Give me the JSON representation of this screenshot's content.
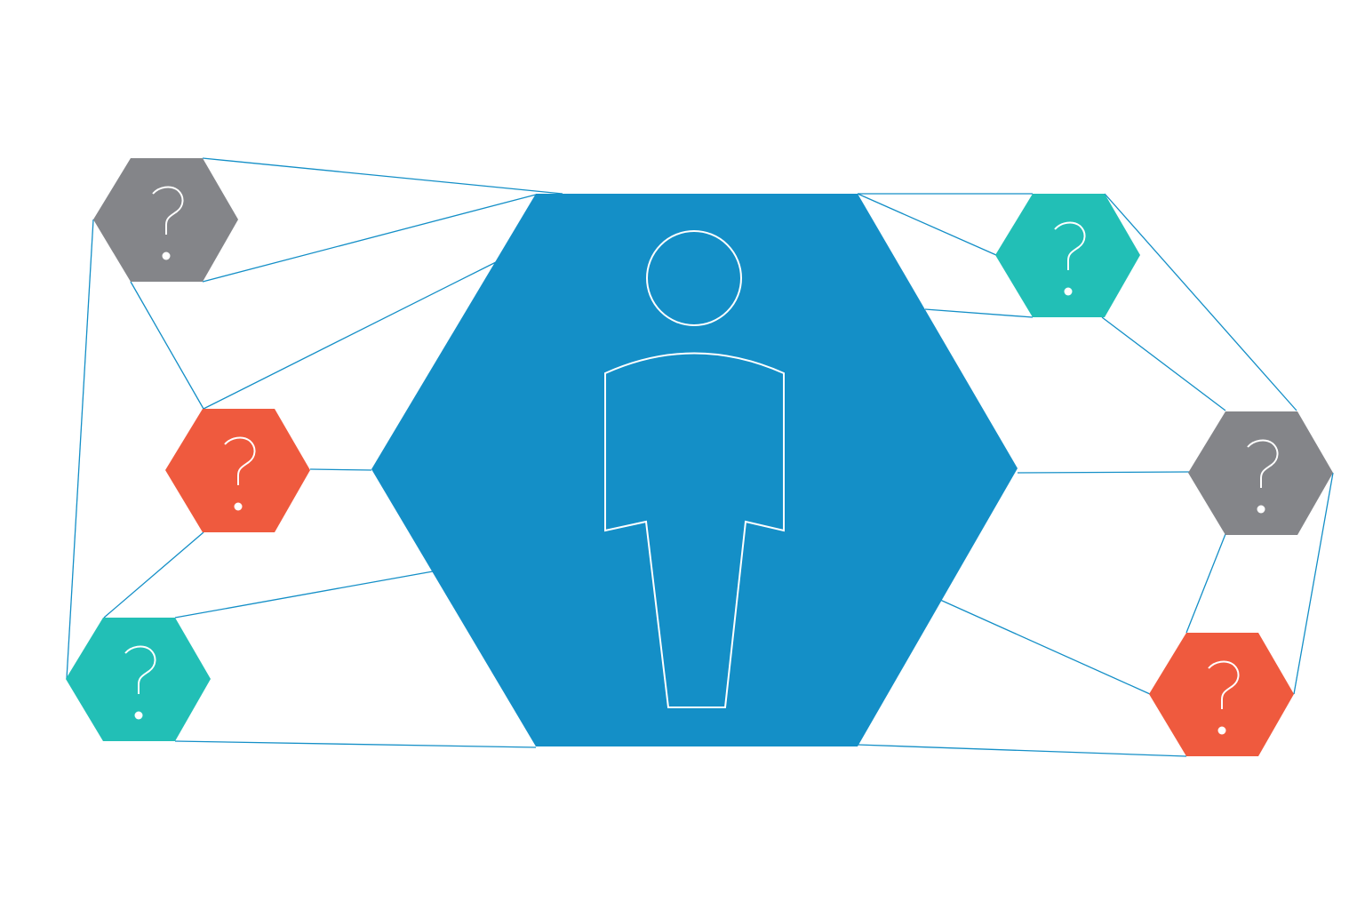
{
  "colors": {
    "center": "#148FC7",
    "gray": "#848589",
    "orange": "#EF5A3E",
    "teal": "#22BFB6",
    "line": "#148FC7",
    "outline": "#FFFFFF"
  },
  "center_node": {
    "icon": "person-icon",
    "color": "center"
  },
  "nodes": [
    {
      "name": "unknown-node-top-left",
      "color": "gray",
      "icon": "question-mark-icon"
    },
    {
      "name": "unknown-node-mid-left",
      "color": "orange",
      "icon": "question-mark-icon"
    },
    {
      "name": "unknown-node-bottom-left",
      "color": "teal",
      "icon": "question-mark-icon"
    },
    {
      "name": "unknown-node-top-right",
      "color": "teal",
      "icon": "question-mark-icon"
    },
    {
      "name": "unknown-node-mid-right",
      "color": "gray",
      "icon": "question-mark-icon"
    },
    {
      "name": "unknown-node-bottom-right",
      "color": "orange",
      "icon": "question-mark-icon"
    }
  ]
}
